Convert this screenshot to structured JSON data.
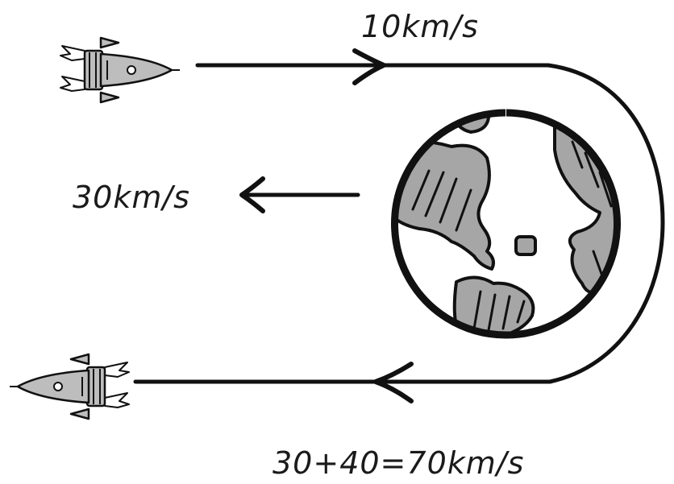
{
  "labels": {
    "incoming_speed": "10km/s",
    "planet_speed": "30km/s",
    "outgoing_speed": "30+40=70km/s"
  },
  "colors": {
    "ink": "#111111",
    "land": "#a6a6a6",
    "rocket_body": "#bdbdbd",
    "background": "#ffffff"
  },
  "icons": {
    "rocket_incoming": "rocket-icon",
    "rocket_outgoing": "rocket-icon",
    "planet": "earth-icon"
  }
}
